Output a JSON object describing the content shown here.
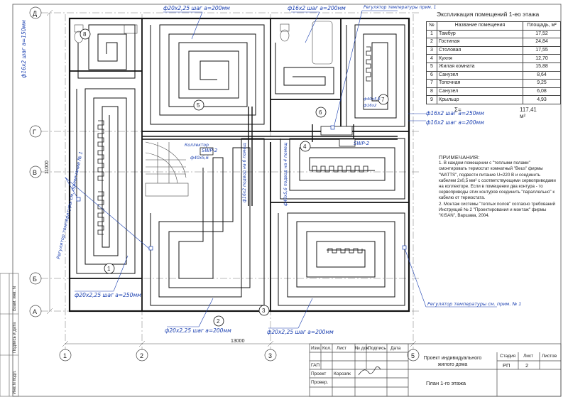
{
  "explication": {
    "title": "Экспликация помещений 1-ео этажа",
    "headers": [
      "№",
      "Название помещения",
      "Площадь, м²"
    ],
    "rows": [
      {
        "n": "1",
        "name": "Тамбур",
        "area": "17,52"
      },
      {
        "n": "2",
        "name": "Гостиная",
        "area": "24,84"
      },
      {
        "n": "3",
        "name": "Столовая",
        "area": "17,55"
      },
      {
        "n": "4",
        "name": "Кухня",
        "area": "12,70"
      },
      {
        "n": "5",
        "name": "Жилая комната",
        "area": "15,88"
      },
      {
        "n": "6",
        "name": "Санузел",
        "area": "8,64"
      },
      {
        "n": "7",
        "name": "Топочная",
        "area": "9,25"
      },
      {
        "n": "8",
        "name": "Санузел",
        "area": "6,08"
      },
      {
        "n": "9",
        "name": "Крыльцо",
        "area": "4,93"
      }
    ],
    "total_label": "Σ=",
    "total_value": "117,41 м²"
  },
  "notes": {
    "heading": "ПРИМЕЧАНИЯ:",
    "items": [
      "1. В каждом помещении с \"теплыми полами\" смонтировать термостат комнатный \"Beus\" фирмы \"WATTS\", подвести питание U=220 В и соединить кабелем 2х0,5 мм² с соответствующими сервоприводами на коллекторе. Если в помещении два контура - то сервоприводы этих контуров соединить \"параллельно\" к кабелю от термостата.",
      "2. Монтаж системы \"теплых полов\" согласно требований Инструкций № 2 \"Проектирования и монтаж\" фирмы \"KISAN\", Варшава, 2004."
    ]
  },
  "axes": {
    "rows": [
      "Д",
      "Г",
      "В",
      "Б",
      "А"
    ],
    "cols": [
      "1",
      "2",
      "3",
      "5"
    ],
    "overall_dim": "13000",
    "side_dim": "11000"
  },
  "annotations": {
    "pipe_top_left": "ф20х2,25 шаг а=200мм",
    "pipe_top_mid": "ф16х2 шаг а=200мм",
    "regulator_top": "Регулятор температуры прим. 1",
    "pipe_room8": "ф16х2 шаг а=150мм",
    "regulator_left": "Регулятор температуры см. примечание № 1",
    "pipe_room1": "ф20х2,25 шаг а=250мм",
    "pipe_room2": "ф20х2,25 шаг а=200мм",
    "pipe_room3": "ф20х2,25 шаг а=200мм",
    "pipe_right1": "ф16х2 шаг а=250мм",
    "pipe_right2": "ф16х2 шаг а=200мм",
    "regulator_bottom": "Регулятор температуры см. прим. № 1",
    "manifold1": "SWP-2",
    "manifold2": "SWP-2",
    "collector_label": "Коллектор",
    "pipe_46": "ф40х5,6",
    "pipe_16": "ф16х2 подвод на 6 помещ",
    "pipe_vertical_mid": "ф40х5,6 подвод на 4 помещ",
    "pipe_room6_a": "ф40х5,6",
    "pipe_room6_b": "ф16х2"
  },
  "rooms": [
    "1",
    "2",
    "3",
    "4",
    "5",
    "6",
    "7",
    "8"
  ],
  "title_block": {
    "project": "Проект индивидуального жилого дома",
    "sheet_name": "План 1-го этажа",
    "stage_label": "Стадия",
    "sheet_label": "Лист",
    "sheets_label": "Листов",
    "stage": "РП",
    "sheet": "2",
    "columns": [
      "Изм.",
      "Кол.",
      "Лист",
      "№ док.",
      "Подпись",
      "Дата"
    ],
    "roles": [
      "ГАП",
      "Проект",
      "Провер."
    ],
    "designer": "Корозяк",
    "side_labels": [
      "Инв.N подл.",
      "Подпись и дата",
      "Взам. инв. N"
    ]
  }
}
